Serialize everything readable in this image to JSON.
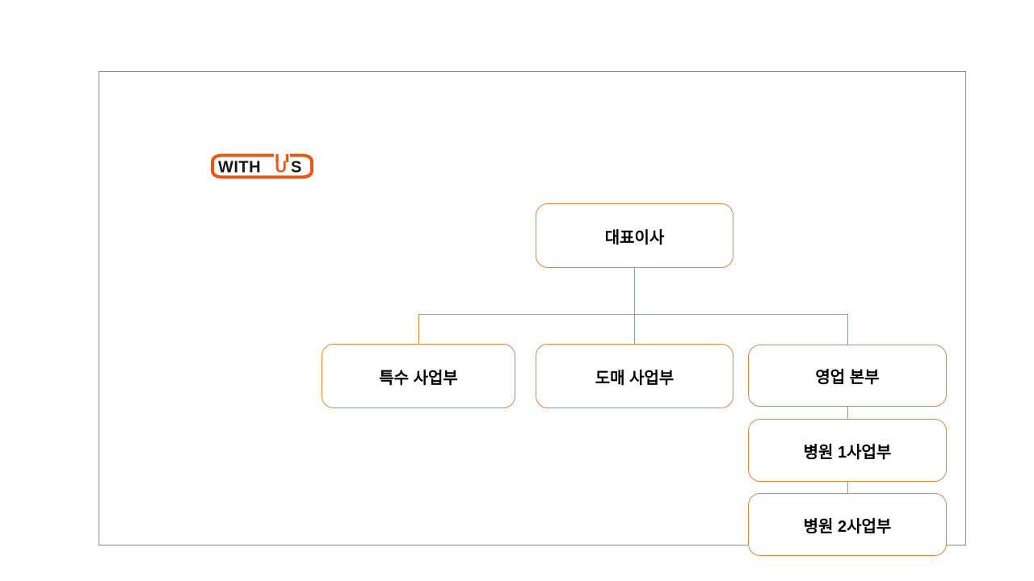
{
  "logo": {
    "prefix": "WITH",
    "accent": "U",
    "suffix": "S",
    "accent_color": "#e8571a",
    "text_color": "#151515"
  },
  "colors": {
    "box_border": "#de8443",
    "connector_line": "#de8443",
    "frame_border": "#8c8c8c",
    "background": "#ffffff",
    "node_text": "#000000"
  },
  "org_chart": {
    "type": "org-tree",
    "nodes": [
      {
        "id": "ceo",
        "label": "대표이사",
        "parent": null
      },
      {
        "id": "special",
        "label": "특수 사업부",
        "parent": "ceo"
      },
      {
        "id": "wholesale",
        "label": "도매 사업부",
        "parent": "ceo"
      },
      {
        "id": "sales-hq",
        "label": "영업 본부",
        "parent": "ceo"
      },
      {
        "id": "hospital-1",
        "label": "병원 1사업부",
        "parent": "sales-hq"
      },
      {
        "id": "hospital-2",
        "label": "병원 2사업부",
        "parent": "hospital-1"
      }
    ],
    "edges": [
      [
        "ceo",
        "special"
      ],
      [
        "ceo",
        "wholesale"
      ],
      [
        "ceo",
        "sales-hq"
      ],
      [
        "sales-hq",
        "hospital-1"
      ],
      [
        "hospital-1",
        "hospital-2"
      ]
    ]
  }
}
